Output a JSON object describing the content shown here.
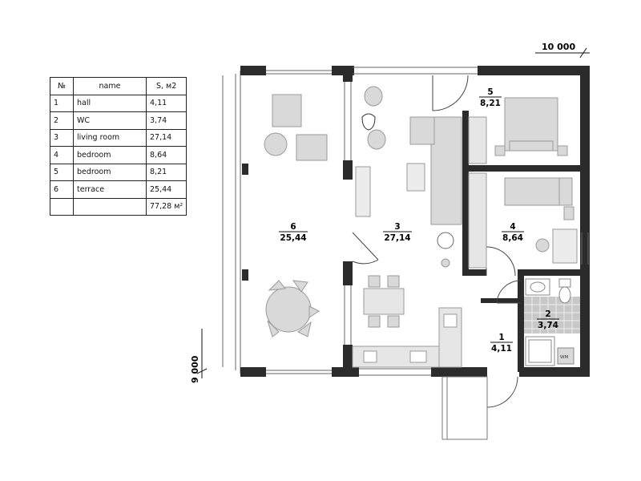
{
  "table": {
    "headers": [
      "№",
      "name",
      "S, м2"
    ],
    "rows": [
      {
        "no": "1",
        "name": " hall",
        "area": "4,11"
      },
      {
        "no": "2",
        "name": "WC",
        "area": "3,74"
      },
      {
        "no": "3",
        "name": "living room",
        "area": "27,14"
      },
      {
        "no": "4",
        "name": "bedroom",
        "area": "8,64"
      },
      {
        "no": "5",
        "name": "bedroom",
        "area": "8,21"
      },
      {
        "no": "6",
        "name": "terrace",
        "area": "25,44"
      }
    ],
    "total": "77,28 м²"
  },
  "rooms": [
    {
      "no": "1",
      "area": "4,11"
    },
    {
      "no": "2",
      "area": "3,74"
    },
    {
      "no": "3",
      "area": "27,14"
    },
    {
      "no": "4",
      "area": "8,64"
    },
    {
      "no": "5",
      "area": "8,21"
    },
    {
      "no": "6",
      "area": "25,44"
    }
  ],
  "dimensions": {
    "width": "10 000",
    "height": "9 000"
  },
  "appliance_labels": {
    "washing_machine": "WM"
  },
  "colors": {
    "wall": "#2b2b2b",
    "furniture_fill": "#d9d9d9",
    "furniture_stroke": "#9a9a9a",
    "wc_tile": "#c8c8c8"
  }
}
